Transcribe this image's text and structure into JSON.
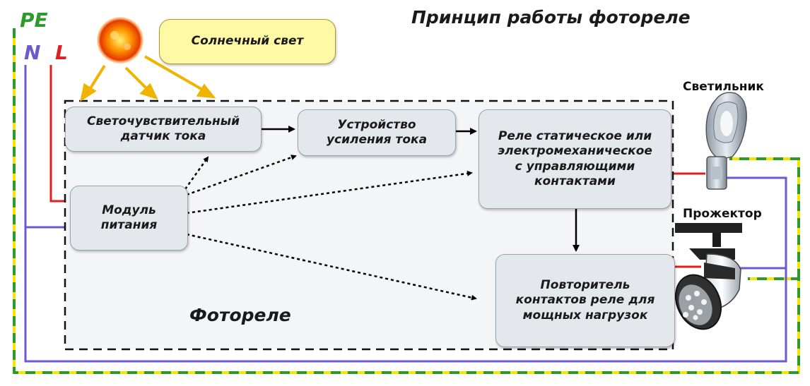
{
  "title": "Принцип работы фотореле",
  "wires": {
    "pe": {
      "label": "PE",
      "color": "#2e9a2e",
      "stripe": "#f2e600"
    },
    "n": {
      "label": "N",
      "color": "#6a5acd"
    },
    "l": {
      "label": "L",
      "color": "#e01f1f"
    }
  },
  "sun_label": "Солнечный свет",
  "photorelay_label": "Фотореле",
  "blocks": {
    "sensor": "Светочувствительный\nдатчик тока",
    "amplifier": "Устройство\nусиления тока",
    "relay": "Реле статическое или\nэлектромеханическое\nс управляющими\nконтактами",
    "power": "Модуль\nпитания",
    "repeater": "Повторитель\nконтактов реле для\nмощных нагрузок"
  },
  "loads": {
    "lamp": "Светильник",
    "spotlight": "Прожектор"
  },
  "colors": {
    "sun_box": "#fff9a6",
    "arrow_sun": "#f0b400",
    "box_fill": "#e4e8ec"
  },
  "icons": [
    "sun-icon",
    "street-lamp-icon",
    "spotlight-icon"
  ]
}
